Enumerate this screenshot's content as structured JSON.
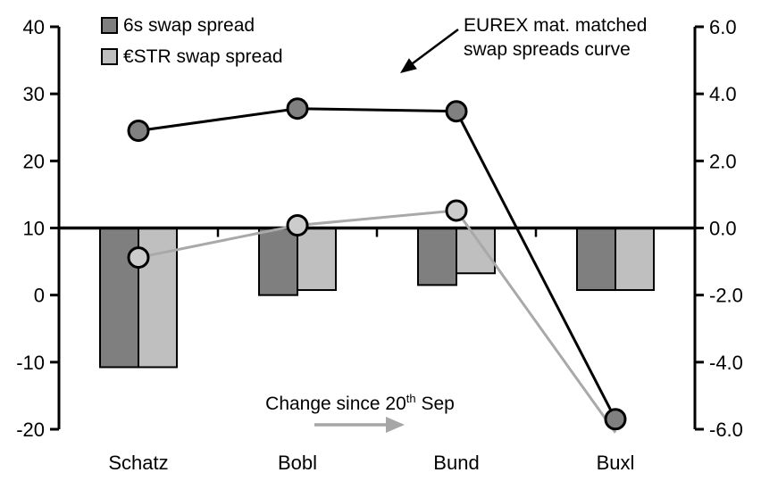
{
  "colors": {
    "dark_gray": "#7f7f7f",
    "light_gray": "#bfbfbf",
    "gray_line": "#a9a9a9",
    "arrow_gray": "#a6a6a6",
    "black": "#000000",
    "dark_marker_fill": "#808080",
    "light_marker_fill": "#cccccc"
  },
  "legend": {
    "items": [
      {
        "label": "6s swap spread",
        "color": "#7f7f7f"
      },
      {
        "label": "€STR swap spread",
        "color": "#bfbfbf"
      }
    ]
  },
  "annotations": {
    "curve_label_line1": "EUREX mat. matched",
    "curve_label_line2": "swap spreads curve",
    "change_prefix": "Change since 20",
    "change_sup": "th",
    "change_suffix": " Sep"
  },
  "chart_data": {
    "type": "combo bar+line",
    "categories": [
      "Schatz",
      "Bobl",
      "Bund",
      "Buxl"
    ],
    "left_axis": {
      "tick_labels": [
        "40",
        "30",
        "20",
        "10",
        "0",
        "-10",
        "-20"
      ],
      "tick_values": [
        40,
        30,
        20,
        10,
        0,
        -10,
        -20
      ],
      "range": [
        -20,
        40
      ]
    },
    "right_axis": {
      "tick_labels": [
        "6.0",
        "4.0",
        "2.0",
        "0.0",
        "-2.0",
        "-4.0",
        "-6.0"
      ],
      "tick_values": [
        6,
        4,
        2,
        0,
        -2,
        -4,
        -6
      ],
      "range": [
        -6,
        6
      ]
    },
    "bar_baseline_right_value": 0,
    "series": [
      {
        "kind": "bar",
        "name": "6s swap spread (change since 20th Sep)",
        "axis": "right",
        "color_key": "dark_gray",
        "values": [
          -4.15,
          -2.0,
          -1.7,
          -1.85
        ]
      },
      {
        "kind": "bar",
        "name": "€STR swap spread (change since 20th Sep)",
        "axis": "right",
        "color_key": "light_gray",
        "values": [
          -4.15,
          -1.85,
          -1.35,
          -1.85
        ]
      },
      {
        "kind": "line",
        "name": "6s swap spread curve",
        "axis": "left",
        "color_key": "black",
        "marker_fill_key": "dark_marker_fill",
        "values": [
          24.5,
          27.8,
          27.4,
          -18.5
        ],
        "markers": [
          true,
          true,
          true,
          true
        ]
      },
      {
        "kind": "line",
        "name": "€STR swap spread curve",
        "axis": "left",
        "color_key": "gray_line",
        "marker_fill_key": "light_marker_fill",
        "values": [
          5.6,
          10.4,
          12.6,
          -20.5
        ],
        "markers": [
          true,
          true,
          true,
          false
        ]
      }
    ]
  }
}
